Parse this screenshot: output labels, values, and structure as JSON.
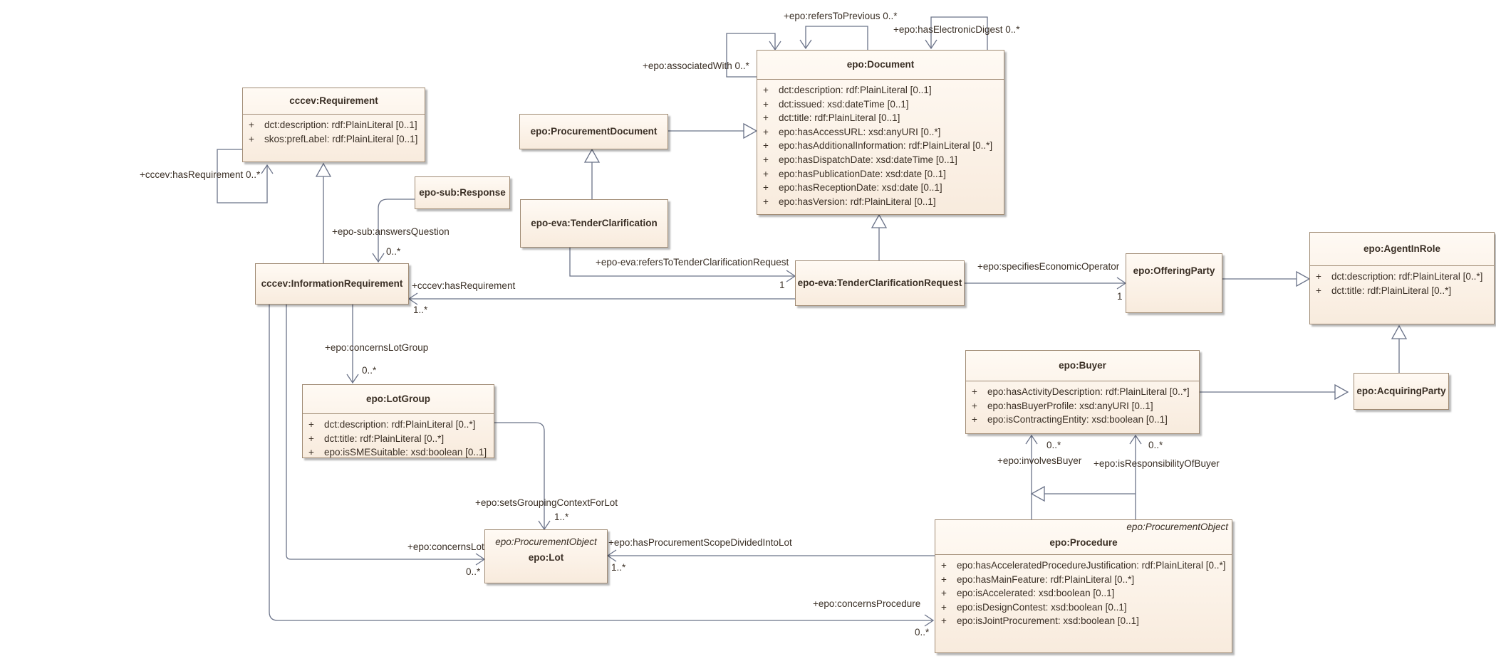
{
  "classes": {
    "requirement": {
      "name": "cccev:Requirement",
      "attrs": [
        "dct:description: rdf:PlainLiteral [0..1]",
        "skos:prefLabel: rdf:PlainLiteral [0..1]"
      ]
    },
    "response": {
      "name": "epo-sub:Response"
    },
    "information_requirement": {
      "name": "cccev:InformationRequirement"
    },
    "procurement_document": {
      "name": "epo:ProcurementDocument"
    },
    "tender_clarification": {
      "name": "epo-eva:TenderClarification"
    },
    "document": {
      "name": "epo:Document",
      "attrs": [
        "dct:description: rdf:PlainLiteral [0..1]",
        "dct:issued: xsd:dateTime [0..1]",
        "dct:title: rdf:PlainLiteral [0..1]",
        "epo:hasAccessURL: xsd:anyURI [0..*]",
        "epo:hasAdditionalInformation: rdf:PlainLiteral [0..*]",
        "epo:hasDispatchDate: xsd:dateTime [0..1]",
        "epo:hasPublicationDate: xsd:date [0..1]",
        "epo:hasReceptionDate: xsd:date [0..1]",
        "epo:hasVersion: rdf:PlainLiteral [0..1]"
      ]
    },
    "tender_clarification_request": {
      "name": "epo-eva:TenderClarificationRequest"
    },
    "offering_party": {
      "name": "epo:OfferingParty"
    },
    "agent_in_role": {
      "name": "epo:AgentInRole",
      "attrs": [
        "dct:description: rdf:PlainLiteral [0..*]",
        "dct:title: rdf:PlainLiteral [0..*]"
      ]
    },
    "lot_group": {
      "name": "epo:LotGroup",
      "attrs": [
        "dct:description: rdf:PlainLiteral [0..*]",
        "dct:title: rdf:PlainLiteral [0..*]",
        "epo:isSMESuitable: xsd:boolean [0..1]"
      ]
    },
    "buyer": {
      "name": "epo:Buyer",
      "attrs": [
        "epo:hasActivityDescription: rdf:PlainLiteral [0..*]",
        "epo:hasBuyerProfile: xsd:anyURI [0..1]",
        "epo:isContractingEntity: xsd:boolean [0..1]"
      ]
    },
    "acquiring_party": {
      "name": "epo:AcquiringParty"
    },
    "lot": {
      "name": "epo:Lot",
      "stereotype": "epo:ProcurementObject"
    },
    "procedure": {
      "name": "epo:Procedure",
      "stereotype": "epo:ProcurementObject",
      "attrs": [
        "epo:hasAcceleratedProcedureJustification: rdf:PlainLiteral [0..*]",
        "epo:hasMainFeature: rdf:PlainLiteral [0..*]",
        "epo:isAccelerated: xsd:boolean [0..1]",
        "epo:isDesignContest: xsd:boolean [0..1]",
        "epo:isJointProcurement: xsd:boolean [0..1]"
      ]
    }
  },
  "associations": {
    "refers_to_previous": "+epo:refersToPrevious 0..*",
    "has_electronic_digest": "+epo:hasElectronicDigest 0..*",
    "associated_with": "+epo:associatedWith 0..*",
    "has_requirement_self": "+cccev:hasRequirement 0..*",
    "answers_question": "+epo-sub:answersQuestion",
    "answers_question_mult": "0..*",
    "refers_to_tender_clarification_request": "+epo-eva:refersToTenderClarificationRequest",
    "refers_to_tcr_mult": "1",
    "has_requirement": "+cccev:hasRequirement",
    "has_requirement_mult": "1..*",
    "specifies_economic_operator": "+epo:specifiesEconomicOperator",
    "specifies_eo_mult": "1",
    "concerns_lot_group": "+epo:concernsLotGroup",
    "concerns_lot_group_mult": "0..*",
    "sets_grouping_context_for_lot": "+epo:setsGroupingContextForLot",
    "sets_grouping_mult": "1..*",
    "concerns_lot": "+epo:concernsLot",
    "concerns_lot_mult": "0..*",
    "has_procurement_scope_divided_into_lot": "+epo:hasProcurementScopeDividedIntoLot",
    "scope_divided_mult": "1..*",
    "concerns_procedure": "+epo:concernsProcedure",
    "concerns_procedure_mult": "0..*",
    "involves_buyer": "+epo:involvesBuyer",
    "involves_buyer_mult": "0..*",
    "is_responsibility_of_buyer": "+epo:isResponsibilityOfBuyer",
    "responsibility_mult": "0..*"
  }
}
